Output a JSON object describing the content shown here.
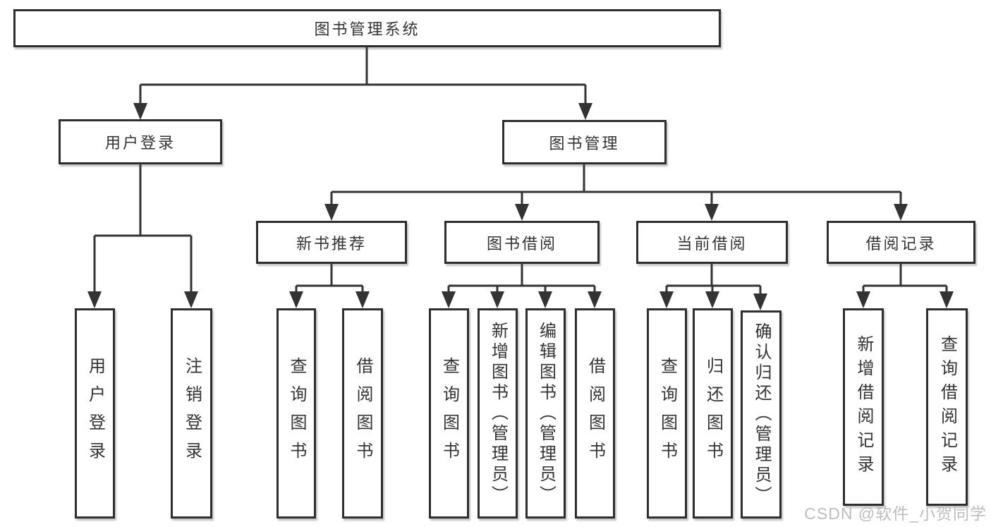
{
  "diagram": {
    "root": {
      "label": "图书管理系统"
    },
    "level2": [
      {
        "label": "用户登录"
      },
      {
        "label": "图书管理"
      }
    ],
    "level3": [
      {
        "label": "新书推荐"
      },
      {
        "label": "图书借阅"
      },
      {
        "label": "当前借阅"
      },
      {
        "label": "借阅记录"
      }
    ],
    "leaves": [
      {
        "label": "用户登录"
      },
      {
        "label": "注销登录"
      },
      {
        "label": "查询图书"
      },
      {
        "label": "借阅图书"
      },
      {
        "label": "查询图书"
      },
      {
        "label": "新增图书（管理员）"
      },
      {
        "label": "编辑图书（管理员）"
      },
      {
        "label": "借阅图书"
      },
      {
        "label": "查询图书"
      },
      {
        "label": "归还图书"
      },
      {
        "label": "确认归还（管理员）"
      },
      {
        "label": "新增借阅记录"
      },
      {
        "label": "查询借阅记录"
      }
    ],
    "line_color": "#333333",
    "watermark": "CSDN @软件_小贺同学"
  }
}
